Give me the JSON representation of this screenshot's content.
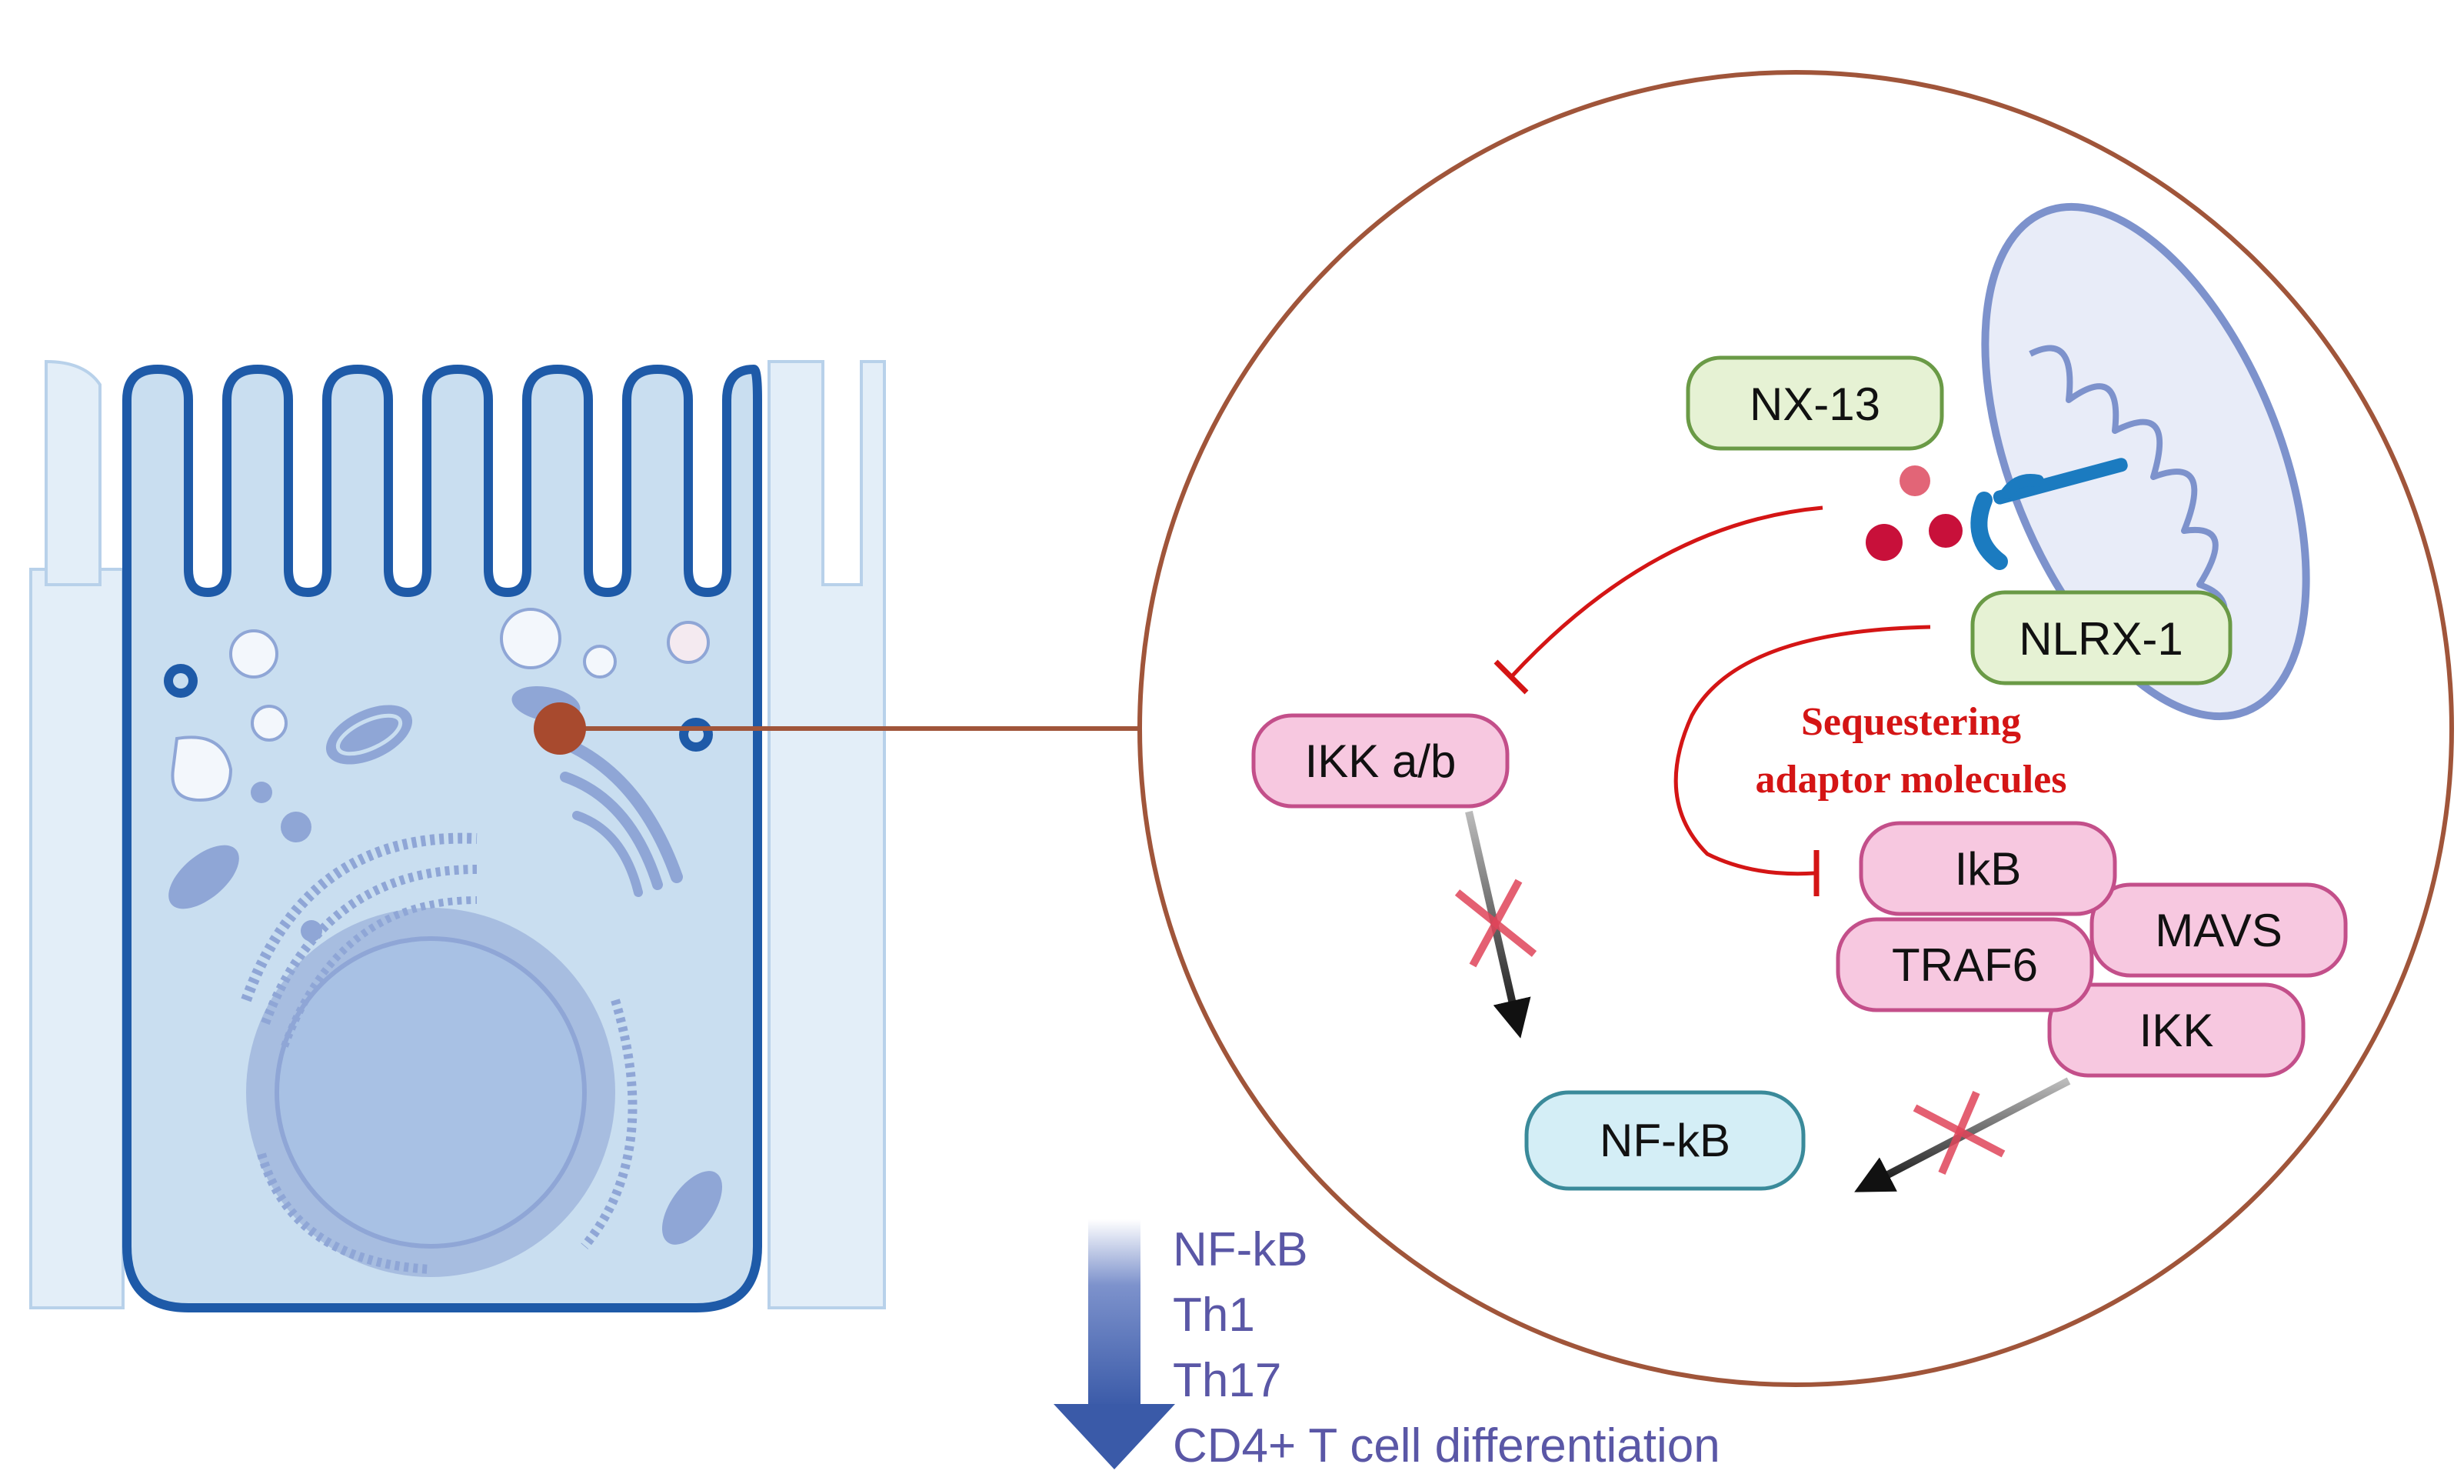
{
  "colors": {
    "cell_border": "#1e5aa8",
    "cell_fill": "#c9def0",
    "organelle": "#8fa6d6",
    "circle_border": "#a0553a",
    "connector": "#a0553a",
    "dot": "#a84a2e",
    "green_box": "#e6f2d4",
    "green_border": "#6a9a46",
    "pink_box": "#f7c8e0",
    "pink_border": "#c34f8a",
    "cyan_box": "#d4eef6",
    "cyan_border": "#3a8a9a",
    "inhibit": "#d41515",
    "arrow": "#111111",
    "list_text": "#5a57a6",
    "down_arrow": "#3a5aa8"
  },
  "labels": {
    "nx13": "NX-13",
    "nlrx1": "NLRX-1",
    "ikkab": "IKK a/b",
    "ikb": "IkB",
    "traf6": "TRAF6",
    "mavs": "MAVS",
    "ikk": "IKK",
    "nfkb": "NF-kB",
    "sequestering_line1": "Sequestering",
    "sequestering_line2": "adaptor molecules"
  },
  "downregulated": [
    "NF-kB",
    "Th1",
    "Th17",
    "CD4+ T cell differentiation"
  ],
  "icons": {
    "cell": "intestinal-epithelial-cell-icon",
    "mitochondrion": "mitochondrion-icon",
    "receptor": "receptor-icon",
    "blocked": "red-x-icon",
    "down": "down-arrow-icon"
  }
}
